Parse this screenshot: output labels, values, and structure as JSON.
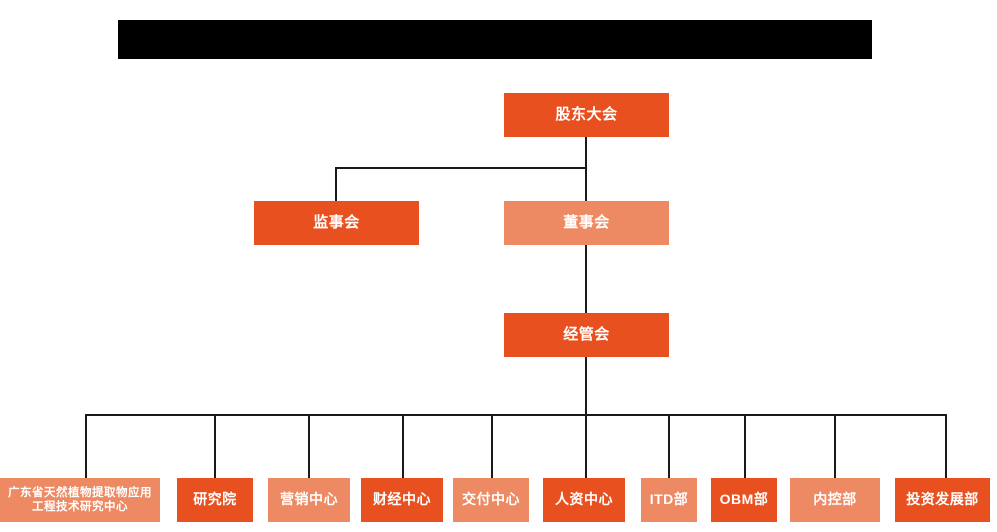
{
  "chart": {
    "title_redacted": true,
    "colors": {
      "dark_orange": "#E8511F",
      "light_orange": "#ED8A63",
      "connector": "#1a1a1a",
      "background": "#ffffff",
      "redaction": "#000000"
    }
  },
  "nodes": {
    "shareholders_meeting": {
      "label": "股东大会",
      "tone": "dark"
    },
    "supervisory_board": {
      "label": "监事会",
      "tone": "dark"
    },
    "board_of_directors": {
      "label": "董事会",
      "tone": "light"
    },
    "management_committee": {
      "label": "经管会",
      "tone": "dark"
    }
  },
  "departments": [
    {
      "label": "广东省天然植物提取物应用工程技术研究中心",
      "tone": "light"
    },
    {
      "label": "研究院",
      "tone": "dark"
    },
    {
      "label": "营销中心",
      "tone": "light"
    },
    {
      "label": "财经中心",
      "tone": "dark"
    },
    {
      "label": "交付中心",
      "tone": "light"
    },
    {
      "label": "人资中心",
      "tone": "dark"
    },
    {
      "label": "ITD部",
      "tone": "light"
    },
    {
      "label": "OBM部",
      "tone": "dark"
    },
    {
      "label": "内控部",
      "tone": "light"
    },
    {
      "label": "投资发展部",
      "tone": "dark"
    }
  ]
}
